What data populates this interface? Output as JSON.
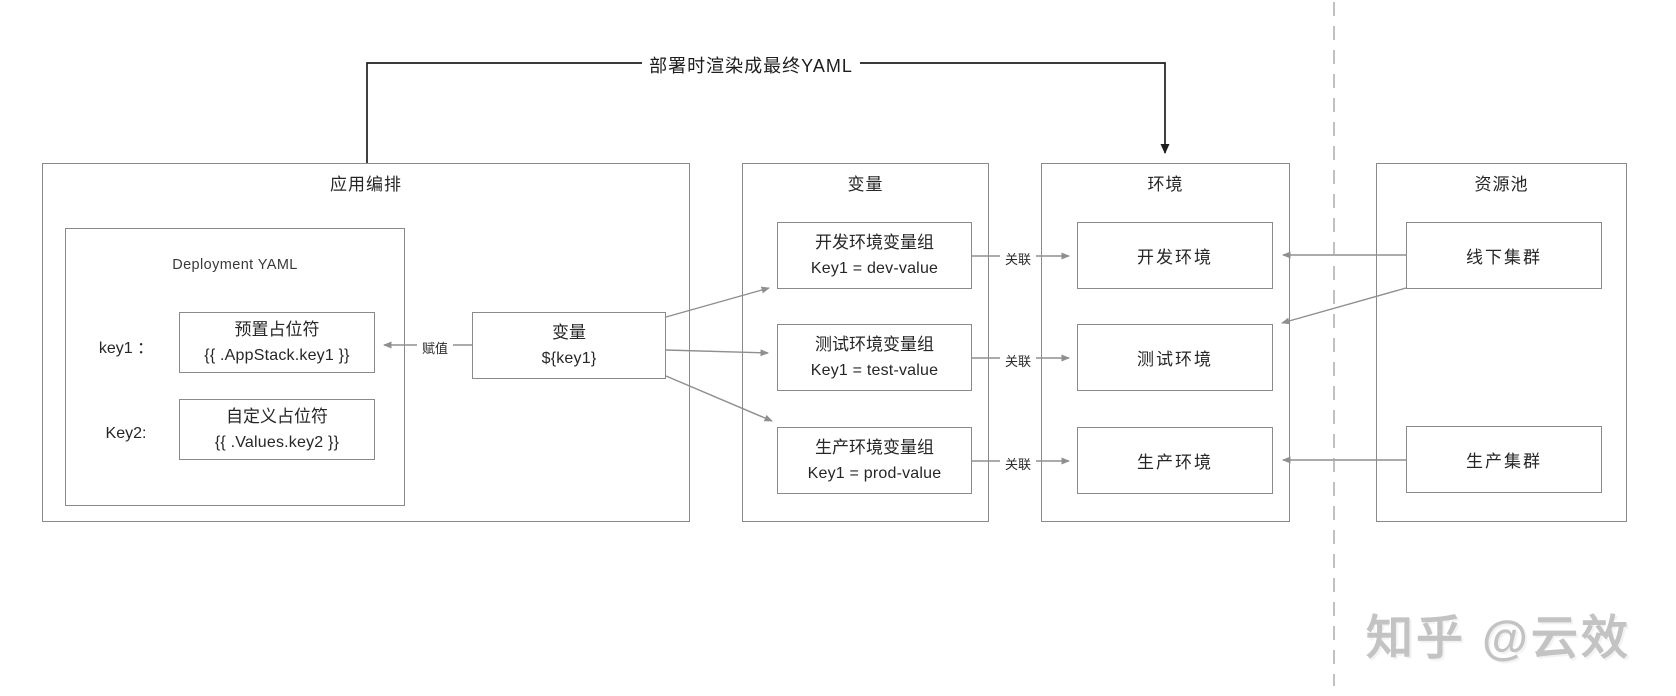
{
  "deploy_arrow_label": "部署时渲染成最终YAML",
  "assign_label": "赋值",
  "relation_label": "关联",
  "orchestration": {
    "title": "应用编排",
    "deployment_yaml": {
      "title": "Deployment YAML",
      "entries": [
        {
          "key": "key1 ：",
          "placeholder_type": "预置占位符",
          "template": "{{ .AppStack.key1 }}"
        },
        {
          "key": "Key2:",
          "placeholder_type": "自定义占位符",
          "template": "{{ .Values.key2 }}"
        }
      ]
    },
    "variable_box": {
      "title": "变量",
      "expression": "${key1}"
    }
  },
  "variables": {
    "title": "变量",
    "groups": [
      {
        "name": "开发环境变量组",
        "assignment": "Key1 = dev-value"
      },
      {
        "name": "测试环境变量组",
        "assignment": "Key1 = test-value"
      },
      {
        "name": "生产环境变量组",
        "assignment": "Key1 = prod-value"
      }
    ]
  },
  "environments": {
    "title": "环境",
    "items": [
      {
        "name": "开发环境"
      },
      {
        "name": "测试环境"
      },
      {
        "name": "生产环境"
      }
    ]
  },
  "resource_pool": {
    "title": "资源池",
    "clusters": [
      {
        "name": "线下集群"
      },
      {
        "name": "生产集群"
      }
    ]
  },
  "watermark": "知乎 @云效",
  "colors": {
    "box_border": "#8a8a8a",
    "connector": "#8f8f8f",
    "deploy_arrow": "#1f1f1f",
    "text": "#262626",
    "watermark": "#c3c3c3"
  }
}
